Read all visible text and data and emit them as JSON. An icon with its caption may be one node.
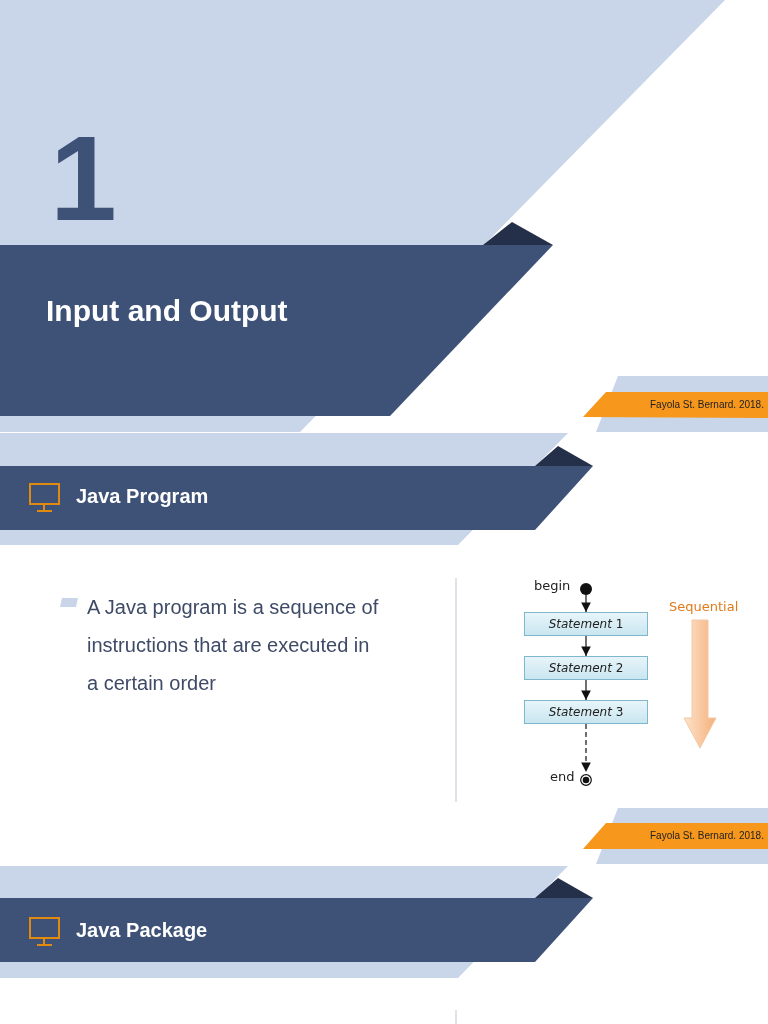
{
  "diagram": {
    "title": "Input and Output",
    "nodes": [
      {
        "text": [],
        "shape": "circle",
        "beside": [
          "begin"
        ]
      },
      {
        "text": [
          "*Statement* 1"
        ]
      },
      {
        "text": [
          "*Statement* 2"
        ]
      },
      {
        "text": [
          "*Statement* 3"
        ]
      },
      {
        "text": [],
        "shape": "circle",
        "beside": [
          "end"
        ]
      }
    ],
    "edges": [
      {
        "from": 0,
        "to": 1,
        "arrow": "to"
      },
      {
        "from": 1,
        "to": 2,
        "arrow": "to"
      },
      {
        "from": 2,
        "to": 3,
        "arrow": "to"
      },
      {
        "from": 3,
        "to": 4,
        "arrow": "to",
        "style": "dashed"
      }
    ],
    "labels": [
      "1",
      "Fayola St. Bernard. 2018.",
      "Java Program",
      "A Java program is a sequence of instructions that are executed in a certain order",
      "Sequential",
      "Fayola St. Bernard. 2018.",
      "Java Package"
    ]
  }
}
